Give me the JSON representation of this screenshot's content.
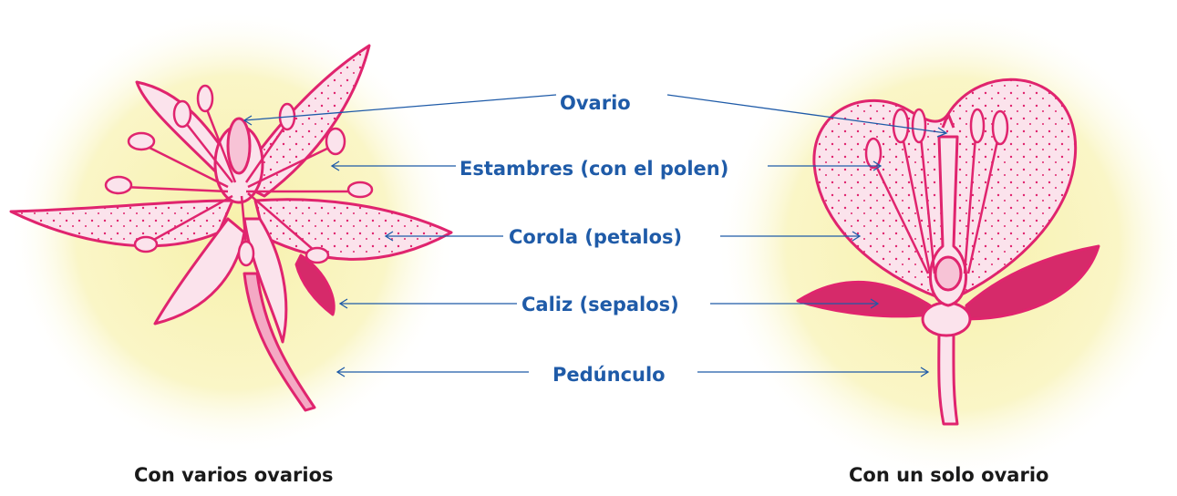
{
  "labels": {
    "ovario": "Ovario",
    "estambres": "Estambres (con el polen)",
    "corola": "Corola (petalos)",
    "caliz": "Caliz (sepalos)",
    "pedunculo": "Pedúnculo"
  },
  "captions": {
    "left": "Con varios ovarios",
    "right": "Con un solo ovario"
  },
  "colors": {
    "label_text": "#1f5ba8",
    "leader_line": "#1f5ba8",
    "caption_text": "#1a1a1a",
    "background_glow": "#f7f0a6",
    "petal_fill": "#fbe3ec",
    "petal_stroke": "#e0246e",
    "sepal_fill": "#d62a6a"
  }
}
